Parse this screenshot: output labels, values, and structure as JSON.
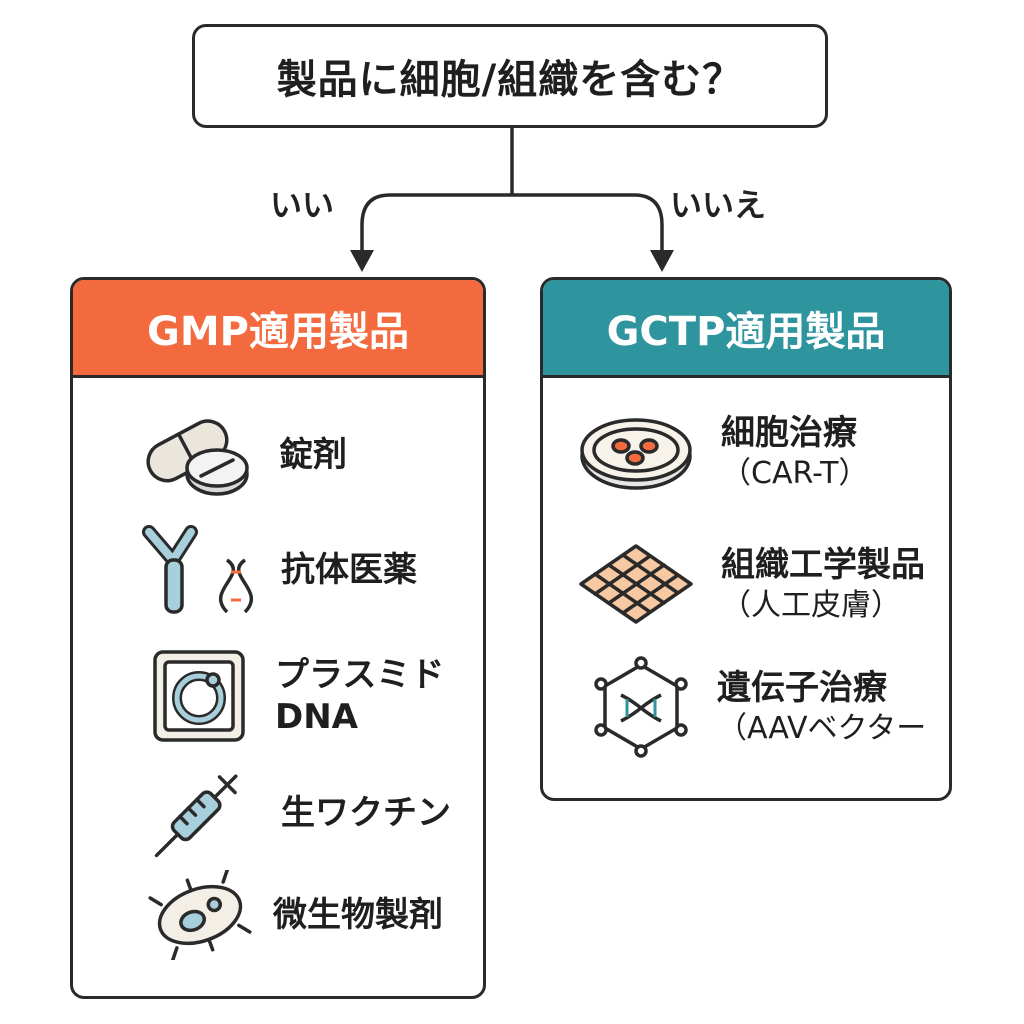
{
  "question": "製品に細胞/組織を含む？",
  "branches": {
    "yes_label": "いい",
    "no_label": "いいえ"
  },
  "gmp": {
    "title": "GMP適用製品",
    "items": [
      {
        "label": "錠剤",
        "icon": "pill-icon"
      },
      {
        "label": "抗体医薬",
        "icon": "antibody-icon"
      },
      {
        "label": "プラスミド",
        "label2": "DNA",
        "icon": "plasmid-icon"
      },
      {
        "label": "生ワクチン",
        "icon": "syringe-icon"
      },
      {
        "label": "微生物製剤",
        "icon": "microbe-icon"
      }
    ]
  },
  "gctp": {
    "title": "GCTP適用製品",
    "items": [
      {
        "label": "細胞治療",
        "sub": "（CAR-T）",
        "icon": "petri-dish-icon"
      },
      {
        "label": "組織工学製品",
        "sub": "（人工皮膚）",
        "icon": "tissue-grid-icon"
      },
      {
        "label": "遺伝子治療",
        "sub": "（AAVベクター",
        "icon": "viral-vector-icon"
      }
    ]
  },
  "colors": {
    "gmp_header": "#f26a3d",
    "gctp_header": "#2e949e",
    "outline": "#2a2a2a"
  }
}
